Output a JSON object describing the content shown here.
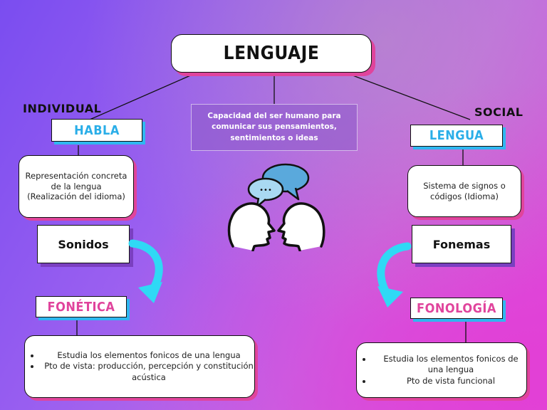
{
  "title": "LENGUAJE",
  "left": {
    "side_label": "INDIVIDUAL",
    "concept": "HABLA",
    "description": "Representación concreta de la lengua (Realización del idioma)",
    "unit": "Sonidos",
    "discipline": "FONÉTICA",
    "bullets": [
      "Estudia los elementos fonicos de una lengua",
      "Pto de vista: producción, percepción y constitución acústica"
    ]
  },
  "center": {
    "definition": "Capacidad del ser humano para comunicar sus pensamientos, sentimientos o ideas",
    "speech_dots": "•••"
  },
  "right": {
    "side_label": "SOCIAL",
    "concept": "LENGUA",
    "description": "Sistema de signos o códigos (Idioma)",
    "unit": "Fonemas",
    "discipline": "FONOLOGÍA",
    "bullets": [
      "Estudia los elementos fonicos de una lengua",
      "Pto de vista funcional"
    ]
  },
  "colors": {
    "accent_cyan": "#2fb7f0",
    "accent_pink": "#e0449c",
    "bubble_blue": "#5aa9dc"
  },
  "icons": [
    "two-heads-talking-icon",
    "speech-bubble-icon",
    "curved-arrow-icon"
  ]
}
